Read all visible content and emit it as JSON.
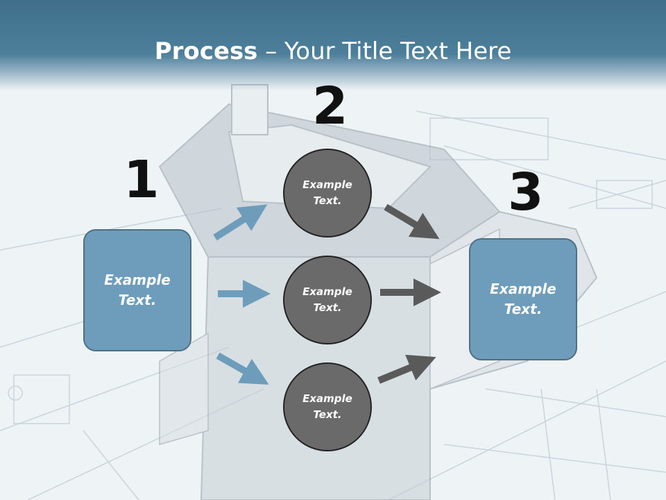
{
  "title": {
    "bold": "Process",
    "rest": " – Your Title Text Here"
  },
  "steps": [
    {
      "number": "1",
      "label": "Example Text."
    },
    {
      "number": "2",
      "circles": [
        "Example Text.",
        "Example Text.",
        "Example Text."
      ]
    },
    {
      "number": "3",
      "label": "Example Text."
    }
  ],
  "colors": {
    "header": "#4d7f9b",
    "box": "#6e9dbb",
    "circle": "#6a6a6a",
    "arrow_blue": "#6e9dbb",
    "arrow_dark": "#5a5a5a"
  }
}
